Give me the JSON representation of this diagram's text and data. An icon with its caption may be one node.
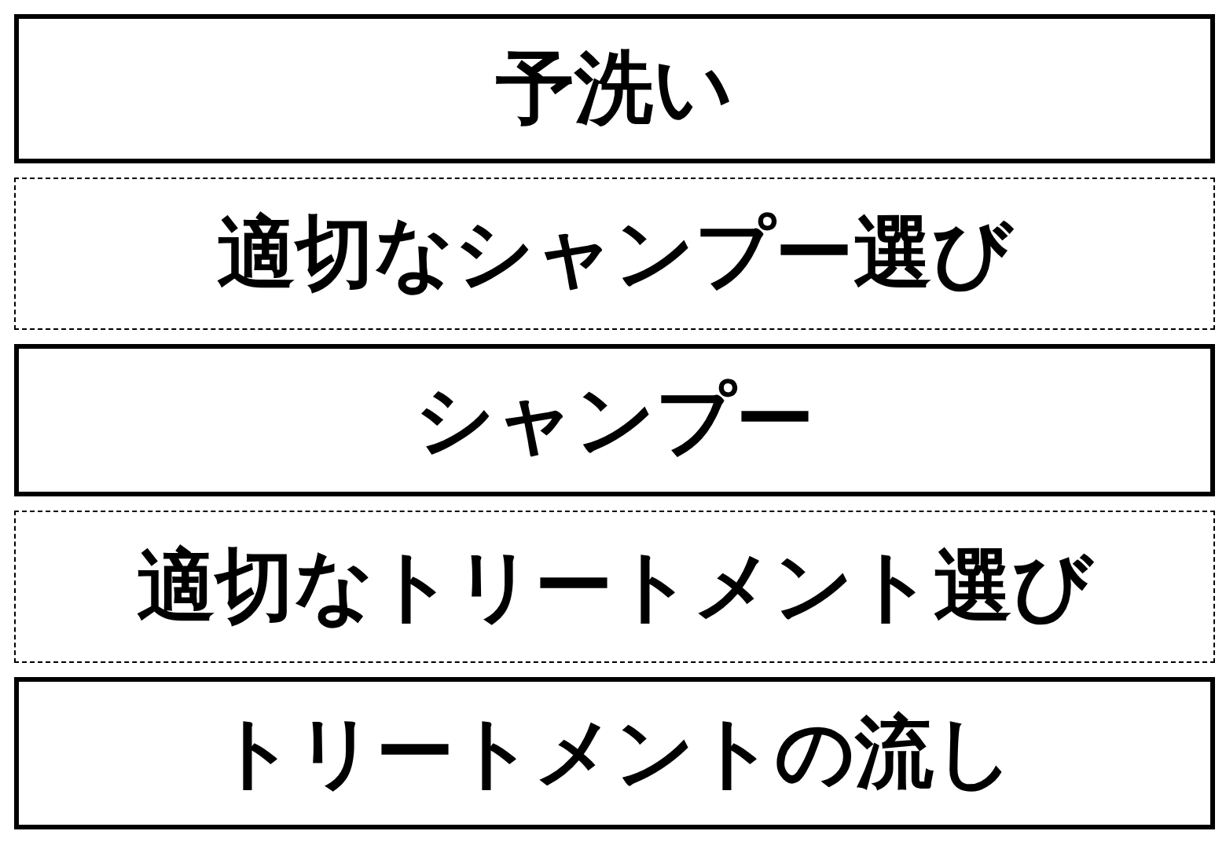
{
  "diagram": {
    "nodes": [
      {
        "text": [
          "予洗い"
        ]
      },
      {
        "text": [
          "適切なシャンプー選び"
        ]
      },
      {
        "text": [
          "シャンプー"
        ]
      },
      {
        "text": [
          "適切なトリートメント選び"
        ]
      },
      {
        "text": [
          "トリートメントの流し"
        ]
      }
    ]
  }
}
